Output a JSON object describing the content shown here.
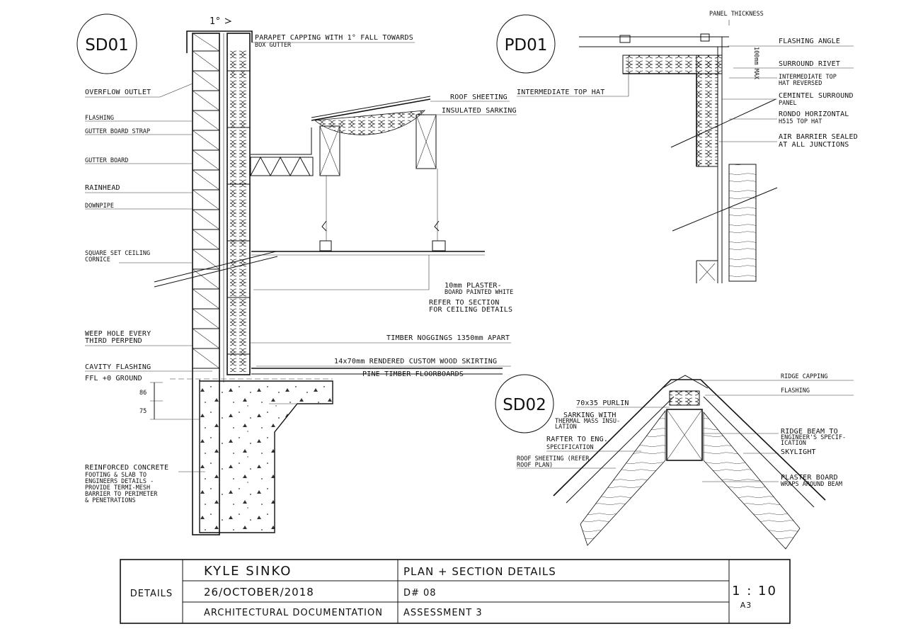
{
  "details": {
    "sd01": {
      "tag": "SD01",
      "angle": "1°",
      "labels": {
        "parapet": "PARAPET CAPPING WITH 1° FALL TOWARDS",
        "parapet2": "BOX GUTTER",
        "overflow": "OVERFLOW OUTLET",
        "flashing": "FLASHING",
        "gutter_strap": "GUTTER BOARD STRAP",
        "gutter_board": "GUTTER BOARD",
        "rainhead": "RAINHEAD",
        "downpipe": "DOWNPIPE",
        "cornice1": "SQUARE SET CEILING",
        "cornice2": "CORNICE",
        "roof_sheeting": "ROOF SHEETING",
        "sarking": "INSULATED SARKING",
        "plaster1": "10mm PLASTER-",
        "plaster2": "BOARD PAINTED WHITE",
        "refer1": "REFER TO SECTION",
        "refer2": "FOR CEILING DETAILS",
        "weep1": "WEEP HOLE EVERY",
        "weep2": "THIRD PERPEND",
        "noggings": "TIMBER NOGGINGS 1350mm APART",
        "cavity": "CAVITY FLASHING",
        "skirting": "14x70mm RENDERED CUSTOM WOOD SKIRTING",
        "ffl": "FFL +0 GROUND",
        "floorboards": "PINE TIMBER FLOORBOARDS",
        "dim86": "86",
        "dim75": "75",
        "conc1": "REINFORCED CONCRETE",
        "conc2": "FOOTING & SLAB TO",
        "conc3": "ENGINEERS DETAILS -",
        "conc4": "PROVIDE TERMI-MESH",
        "conc5": "BARRIER TO PERIMETER",
        "conc6": "& PENETRATIONS"
      }
    },
    "pd01": {
      "tag": "PD01",
      "labels": {
        "panel": "PANEL THICKNESS",
        "flashing_angle": "FLASHING ANGLE",
        "dim": "100mm MAX",
        "rivet": "SURROUND RIVET",
        "inter_top_hat": "INTERMEDIATE TOP HAT",
        "inter1": "INTERMEDIATE TOP",
        "inter2": "HAT REVERSED",
        "cem1": "CEMINTEL SURROUND",
        "cem2": "PANEL",
        "rondo1": "RONDO HORIZONTAL",
        "rondo2": "H515 TOP HAT",
        "air1": "AIR BARRIER SEALED",
        "air2": "AT ALL JUNCTIONS"
      }
    },
    "sd02": {
      "tag": "SD02",
      "labels": {
        "ridge_capping": "RIDGE CAPPING",
        "flashing": "FLASHING",
        "purlin": "70x35 PURLIN",
        "sark1": "SARKING WITH",
        "sark2": "THERMAL MASS INSU-",
        "sark3": "LATION",
        "ridge1": "RIDGE BEAM TO",
        "ridge2": "ENGINEER'S SPECIF-",
        "ridge3": "ICATION",
        "rafter1": "RAFTER TO ENG.",
        "rafter2": "SPECIFICATION",
        "skylight": "SKYLIGHT",
        "rs1": "ROOF SHEETING (REFER",
        "rs2": "ROOF PLAN)",
        "pb1": "PLASTER BOARD",
        "pb2": "WRAPS AROUND BEAM"
      }
    }
  },
  "title_block": {
    "section": "DETAILS",
    "author": "KYLE SINKO",
    "date": "26/OCTOBER/2018",
    "course": "ARCHITECTURAL DOCUMENTATION",
    "title": "PLAN + SECTION DETAILS",
    "sheet_no": "D# 08",
    "assessment": "ASSESSMENT 3",
    "scale": "1 : 10",
    "paper": "A3"
  }
}
